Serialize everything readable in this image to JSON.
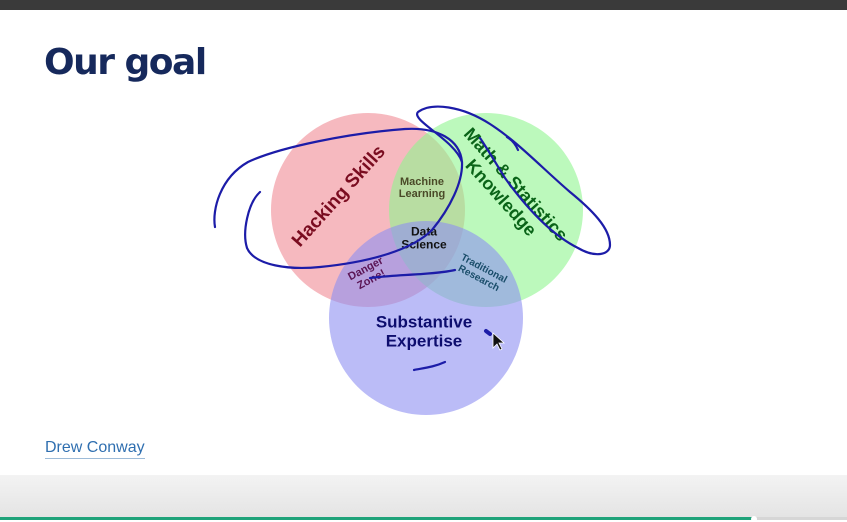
{
  "slide": {
    "title": "Our goal",
    "credit": "Drew Conway"
  },
  "venn": {
    "sets": [
      {
        "label": "Hacking Skills",
        "fill": "#f08a94",
        "text_color": "#7a0c20"
      },
      {
        "label": "Math & Statistics\nKnowledge",
        "fill": "#8ff58f",
        "text_color": "#0a6418"
      },
      {
        "label": "Substantive\nExpertise",
        "fill": "#8e8ff2",
        "text_color": "#0d0d6e"
      }
    ],
    "overlaps": {
      "hacking_math": "Machine\nLearning",
      "hacking_substantive": "Danger\nZone!",
      "math_substantive": "Traditional\nResearch",
      "all": "Data\nScience"
    }
  },
  "annotations": {
    "ink_color": "#1c1ca8"
  },
  "colors": {
    "title": "#16295c",
    "link": "#2f6fb0",
    "progress": "#1fa37a"
  },
  "playback": {
    "progress_fraction": 0.89
  }
}
